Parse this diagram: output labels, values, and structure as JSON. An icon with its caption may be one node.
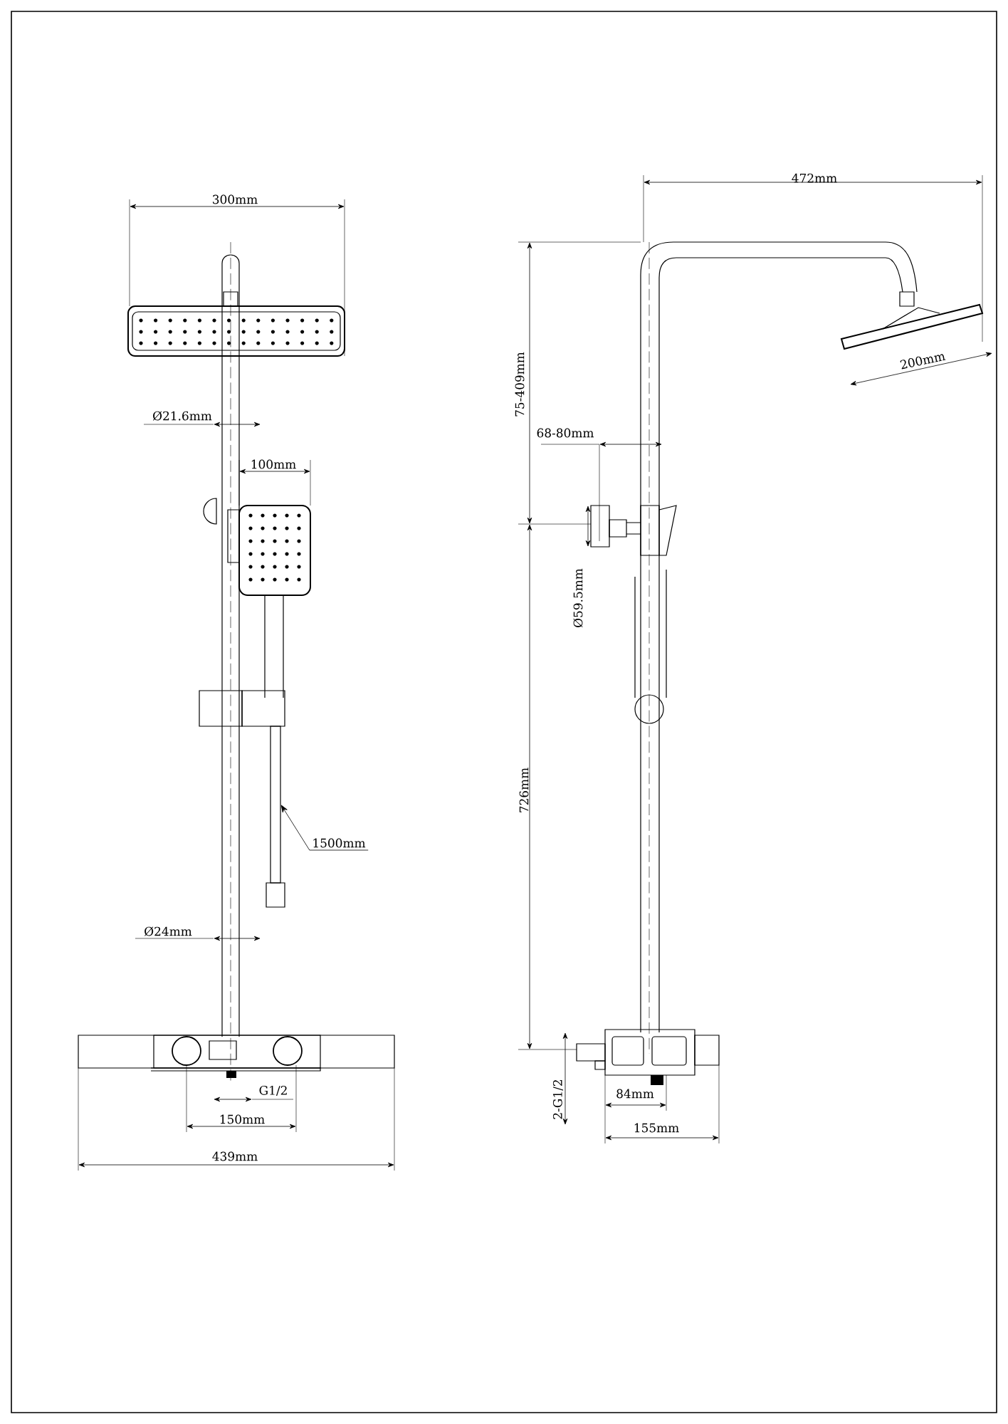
{
  "diagram": {
    "nodes": [
      {
        "text": [
          "1500mm"
        ]
      },
      {
        "text": [],
        "shape": "bar"
      }
    ],
    "edges": [
      {
        "from": 0,
        "to": 1,
        "arrow": "to"
      }
    ],
    "labels": [
      "300mm",
      "Ø21.6mm",
      "100mm",
      "Ø24mm",
      "G1/2",
      "150mm",
      "439mm",
      "472mm",
      "200mm",
      "75-409mm",
      "68-80mm",
      "Ø59.5mm",
      "726mm",
      "2-G1/2",
      "84mm",
      "155mm"
    ]
  }
}
